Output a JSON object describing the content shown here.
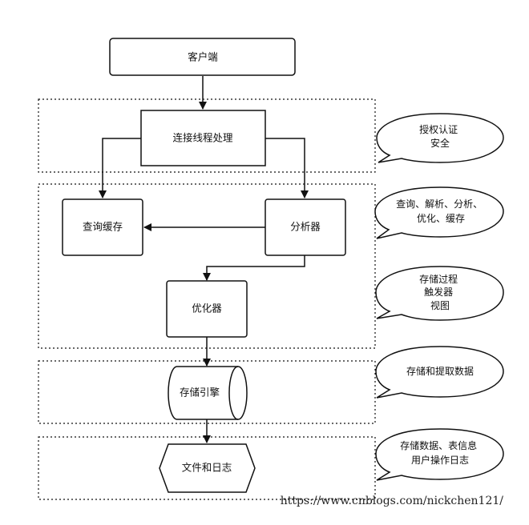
{
  "nodes": {
    "client": "客户端",
    "connection": "连接线程处理",
    "query_cache": "查询缓存",
    "analyzer": "分析器",
    "optimizer": "优化器",
    "storage_engine": "存储引擎",
    "files_logs": "文件和日志"
  },
  "callouts": {
    "auth": [
      "授权认证",
      "安全"
    ],
    "parse": [
      "查询、解析、分析、",
      "优化、缓存"
    ],
    "procs": [
      "存储过程",
      "触发器",
      "视图"
    ],
    "storage": [
      "存储和提取数据"
    ],
    "files": [
      "存储数据、表信息",
      "用户操作日志"
    ]
  },
  "watermark": "https://www.cnblogs.com/nickchen121/",
  "colors": {
    "line": "#111111",
    "background": "#ffffff"
  }
}
